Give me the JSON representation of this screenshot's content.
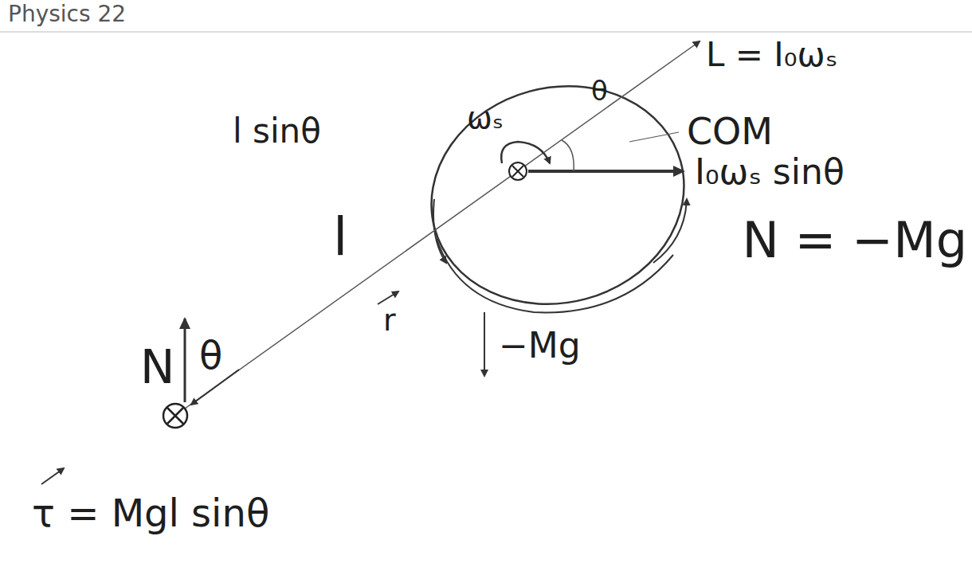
{
  "diagram": {
    "labels": [
      "Physics 22",
      "L = I₀ωₛ",
      "θ",
      "COM",
      "I₀ωₛ sinθ",
      "ωₛ",
      "l sinθ",
      "N = −Mg",
      "l",
      "r",
      "−Mg",
      "N",
      "θ",
      "τ = Mgl sinθ"
    ]
  }
}
